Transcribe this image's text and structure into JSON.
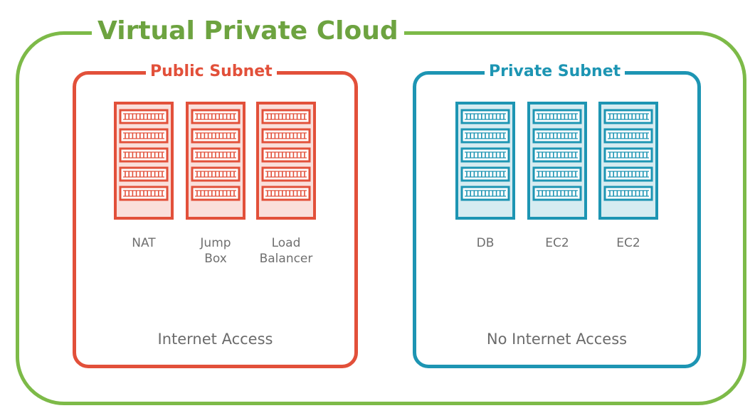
{
  "vpc": {
    "title": "Virtual Private Cloud",
    "color": "#7dba48"
  },
  "public_subnet": {
    "title": "Public Subnet",
    "color": "#e2503a",
    "access_label": "Internet Access",
    "servers": [
      {
        "label": "NAT",
        "icon": "server-rack-icon"
      },
      {
        "label": "Jump\nBox",
        "icon": "server-rack-icon"
      },
      {
        "label": "Load\nBalancer",
        "icon": "server-rack-icon"
      }
    ]
  },
  "private_subnet": {
    "title": "Private Subnet",
    "color": "#1d95b3",
    "access_label": "No Internet Access",
    "servers": [
      {
        "label": "DB",
        "icon": "server-rack-icon"
      },
      {
        "label": "EC2",
        "icon": "server-rack-icon"
      },
      {
        "label": "EC2",
        "icon": "server-rack-icon"
      }
    ]
  }
}
